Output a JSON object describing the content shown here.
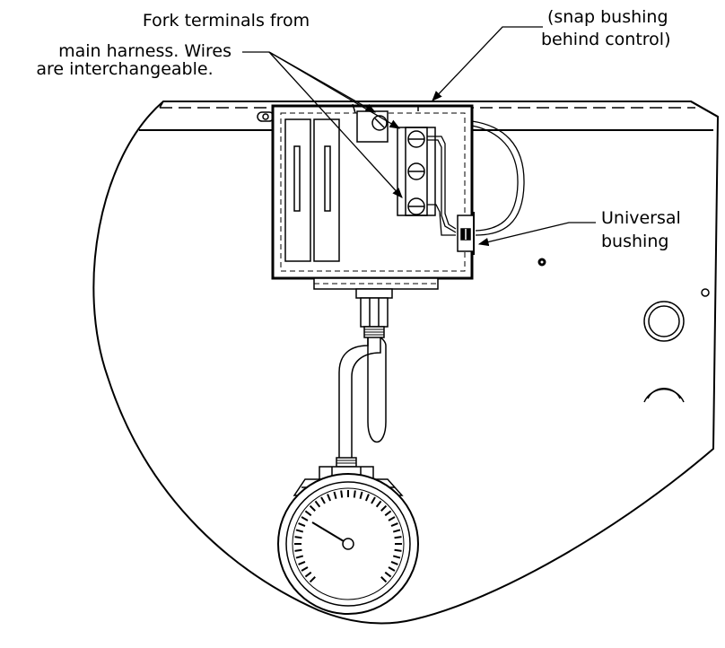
{
  "labels": {
    "fork_line1": "Fork terminals from",
    "fork_line2": "main harness.  Wires",
    "fork_line3": "are interchangeable.",
    "snap_line1": "(snap bushing",
    "snap_line2": "behind control)",
    "universal_line1": "Universal",
    "universal_line2": "bushing"
  },
  "colors": {
    "line": "#000000",
    "background": "#ffffff"
  }
}
